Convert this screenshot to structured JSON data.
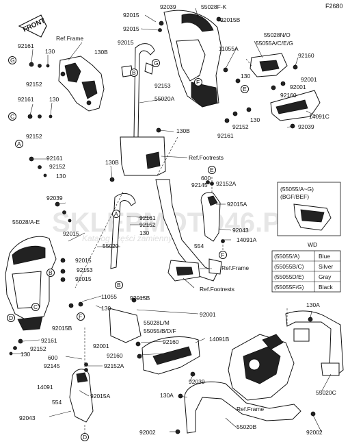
{
  "diagram": {
    "diagram_code": "F2680",
    "front_label": "FRONT",
    "watermark": "SKLEPMOTO46.PL",
    "watermark_sub": "Katalog części zamiennych",
    "labels": {
      "ref_frame_top": "Ref.Frame",
      "ref_footrests_1": "Ref.Footrests",
      "ref_frame_mid": "Ref.Frame",
      "ref_footrests_2": "Ref.Footrests",
      "ref_frame_bottom": "Ref.Frame",
      "p92039_top": "92039",
      "p55028f_k": "55028F-K",
      "p92015b_top": "92015B",
      "p92015_a": "92015",
      "p92015_b": "92015",
      "p92015_c": "92015",
      "p11055a": "11055A",
      "p55028n_o": "55028N/O",
      "p55055a_c": "55055A/C/E/G",
      "p92160_tr": "92160",
      "p130_tr": "130",
      "p92001_tr": "92001",
      "p92001_tr2": "92001",
      "p92160_tr2": "92160",
      "p14091c": "14091C",
      "p92039_tr": "92039",
      "p92161_l1": "92161",
      "p130_l1": "130",
      "p92152_l1": "92152",
      "p92161_l2": "92161",
      "p130_l2": "130",
      "p92152_l2": "92152",
      "p130b_top": "130B",
      "p92153_top": "92153",
      "p55020a": "55020A",
      "p130b_mid": "130B",
      "p92152_c": "92152",
      "p130_c": "130",
      "p92161_c": "92161",
      "p92161_a": "92161",
      "p92152_a": "92152",
      "p130_a": "130",
      "p130b_left": "130B",
      "p600_top": "600",
      "p92145_top": "92145",
      "p92152a_top": "92152A",
      "p92015a_top": "92015A",
      "p92043_top": "92043",
      "p554_top": "554",
      "p14091a": "14091A",
      "p92039_left": "92039",
      "p55028a_e": "55028/A-E",
      "p92161_m": "92161",
      "p92152_m": "92152",
      "p130_m": "130",
      "p92015_l1": "92015",
      "p55020": "55020",
      "p92015_l2": "92015",
      "p92153_l": "92153",
      "p92015_l3": "92015",
      "p11055": "11055",
      "p130_mid": "130",
      "p92015b_mid": "92015B",
      "p92001_mid": "92001",
      "p92015b_low": "92015B",
      "p55028l_m": "55028L/M",
      "p55055b_f": "55055/B/D/F",
      "p92160_mid": "92160",
      "p14091b": "14091B",
      "p92001_low": "92001",
      "p92160_low": "92160",
      "p92161_bl": "92161",
      "p92152_bl": "92152",
      "p130_bl": "130",
      "p600_low": "600",
      "p92145_low": "92145",
      "p92152a_low": "92152A",
      "p14091": "14091",
      "p92015a_low": "92015A",
      "p554_low": "554",
      "p92043_low": "92043",
      "p92039_low": "92039",
      "p130a_right": "130A",
      "p130a_low": "130A",
      "p55020c": "55020C",
      "p55020b": "55020B",
      "p92002_l": "92002",
      "p92002_r": "92002"
    },
    "callouts": [
      "G",
      "C",
      "A",
      "B",
      "B",
      "D",
      "E",
      "F",
      "F",
      "E",
      "G",
      "B",
      "A",
      "F",
      "D",
      "C"
    ],
    "inset": {
      "title": "(55055/A~G)",
      "subtitle": "(BGF/BEF)",
      "wd_header": "WD",
      "rows": [
        {
          "code": "(55055/A)",
          "color": "Blue"
        },
        {
          "code": "(55055B/C)",
          "color": "Silver"
        },
        {
          "code": "(55055D/E)",
          "color": "Gray"
        },
        {
          "code": "(55055F/G)",
          "color": "Black"
        }
      ]
    }
  }
}
